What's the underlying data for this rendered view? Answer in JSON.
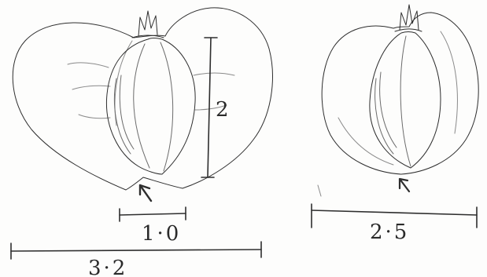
{
  "figure": {
    "specimens": [
      {
        "measurements": {
          "height": "2",
          "nut_width": "1·0",
          "total_width": "3·2"
        }
      },
      {
        "measurements": {
          "total_width": "2·5"
        }
      }
    ]
  }
}
